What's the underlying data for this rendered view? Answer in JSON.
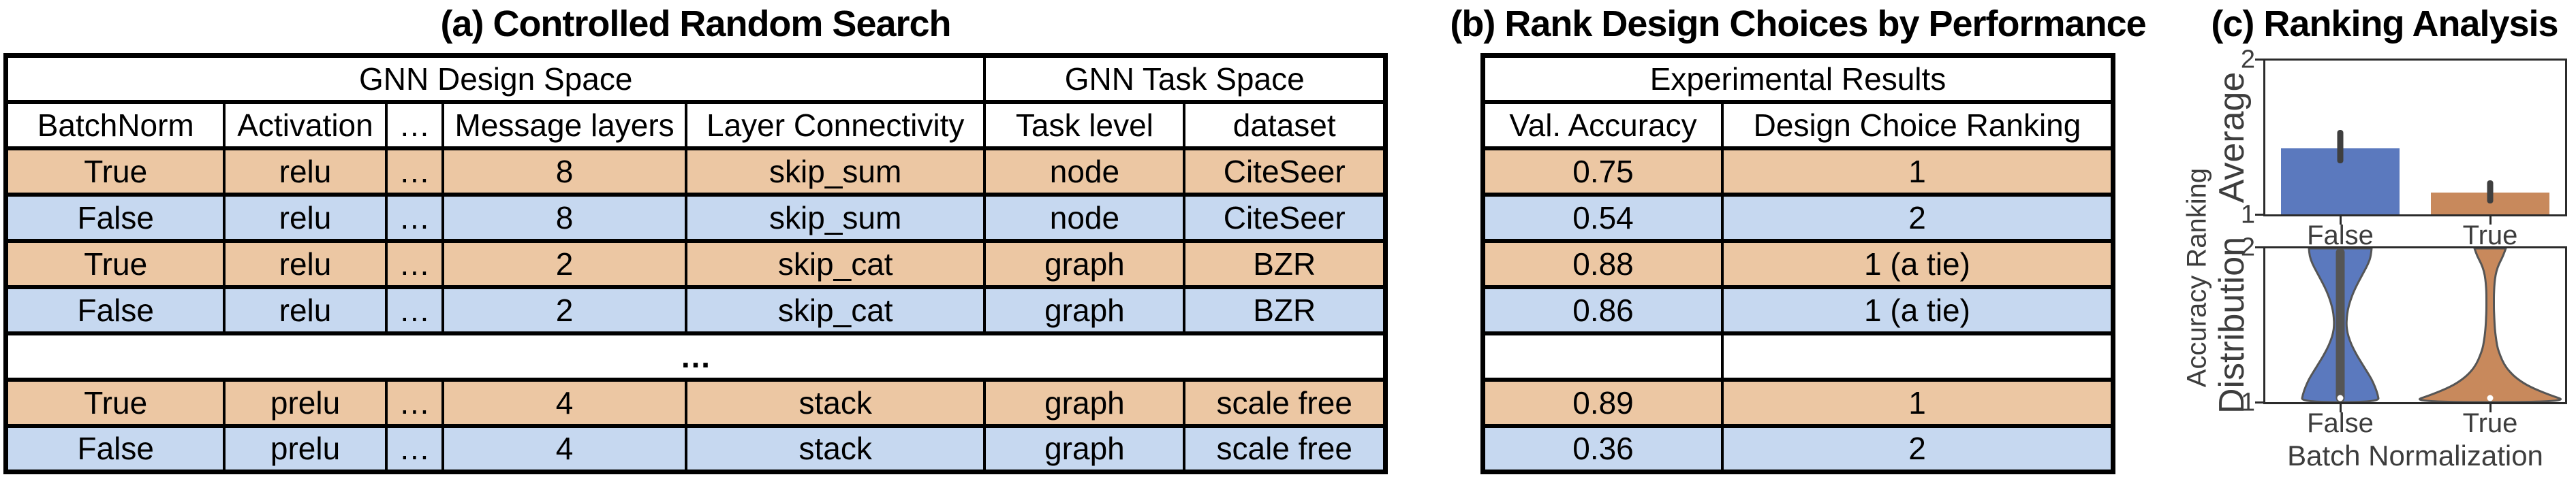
{
  "colors": {
    "row_tan": "#ECC7A3",
    "row_blue": "#C6D8F0",
    "bar_blue": "#5B79BE",
    "bar_orange": "#C8895C",
    "violin_stroke": "#555555",
    "error_bar": "#3f3f3f",
    "spine": "#2b2b2b",
    "chart_text": "#3d3d3d"
  },
  "panel_a": {
    "title": "(a) Controlled Random Search",
    "table": {
      "group_headers": [
        {
          "label": "GNN Design Space",
          "span": 5
        },
        {
          "label": "GNN Task Space",
          "span": 2
        }
      ],
      "columns": [
        "BatchNorm",
        "Activation",
        "…",
        "Message layers",
        "Layer Connectivity",
        "Task level",
        "dataset"
      ],
      "rows": [
        [
          "True",
          "relu",
          "…",
          "8",
          "skip_sum",
          "node",
          "CiteSeer"
        ],
        [
          "False",
          "relu",
          "…",
          "8",
          "skip_sum",
          "node",
          "CiteSeer"
        ],
        [
          "True",
          "relu",
          "…",
          "2",
          "skip_cat",
          "graph",
          "BZR"
        ],
        [
          "False",
          "relu",
          "…",
          "2",
          "skip_cat",
          "graph",
          "BZR"
        ],
        [
          "True",
          "prelu",
          "…",
          "4",
          "stack",
          "graph",
          "scale free"
        ],
        [
          "False",
          "prelu",
          "…",
          "4",
          "stack",
          "graph",
          "scale free"
        ]
      ],
      "ellipsis_label": "…"
    }
  },
  "panel_b": {
    "title": "(b) Rank Design Choices by Performance",
    "table": {
      "header": "Experimental Results",
      "columns": [
        "Val. Accuracy",
        "Design Choice Ranking"
      ],
      "rows": [
        [
          "0.75",
          "1"
        ],
        [
          "0.54",
          "2"
        ],
        [
          "0.88",
          "1 (a tie)"
        ],
        [
          "0.86",
          "1 (a tie)"
        ],
        [
          "",
          ""
        ],
        [
          "0.89",
          "1"
        ],
        [
          "0.36",
          "2"
        ]
      ]
    }
  },
  "panel_c": {
    "title": "(c) Ranking Analysis",
    "ylabel_shared": "Accuracy Ranking",
    "top": {
      "ylabel_inner": "Average"
    },
    "bottom": {
      "ylabel_inner": "Distribution",
      "xlabel": "Batch Normalization"
    }
  },
  "chart_data": [
    {
      "type": "bar",
      "title": "",
      "categories": [
        "False",
        "True"
      ],
      "values": [
        1.43,
        1.14
      ],
      "error_bars": [
        [
          1.33,
          1.55
        ],
        [
          1.07,
          1.22
        ]
      ],
      "xlabel": "",
      "ylabel": "Average Accuracy Ranking",
      "ylim": [
        1,
        2
      ],
      "yticks": [
        "1",
        "2"
      ],
      "bar_colors": [
        "#5B79BE",
        "#C8895C"
      ],
      "grid": false,
      "legend": null
    },
    {
      "type": "violin",
      "title": "",
      "categories": [
        "False",
        "True"
      ],
      "xlabel": "Batch Normalization",
      "ylabel": "Accuracy Ranking Distribution",
      "ylim": [
        1,
        2
      ],
      "yticks": [
        "1",
        "2"
      ],
      "grid": false,
      "violins": [
        {
          "label": "False",
          "color": "#5B79BE",
          "shape": "bimodal",
          "modes": [
            1,
            2
          ],
          "median": 1,
          "iqr": [
            1,
            2
          ],
          "profile": [
            [
              2.0,
              46
            ],
            [
              1.95,
              45
            ],
            [
              1.9,
              41
            ],
            [
              1.85,
              35
            ],
            [
              1.8,
              29
            ],
            [
              1.75,
              23
            ],
            [
              1.7,
              18
            ],
            [
              1.65,
              14
            ],
            [
              1.6,
              11
            ],
            [
              1.55,
              9.5
            ],
            [
              1.5,
              9
            ],
            [
              1.45,
              10.5
            ],
            [
              1.4,
              14
            ],
            [
              1.35,
              19
            ],
            [
              1.3,
              25
            ],
            [
              1.25,
              32
            ],
            [
              1.2,
              39
            ],
            [
              1.15,
              46
            ],
            [
              1.1,
              51
            ],
            [
              1.05,
              55
            ],
            [
              1.0,
              57
            ]
          ]
        },
        {
          "label": "True",
          "color": "#C8895C",
          "shape": "unimodal-at-1-with-tail-to-2",
          "modes": [
            1
          ],
          "median": 1,
          "iqr": null,
          "profile": [
            [
              2.0,
              23
            ],
            [
              1.95,
              19
            ],
            [
              1.9,
              13
            ],
            [
              1.85,
              9
            ],
            [
              1.8,
              7
            ],
            [
              1.75,
              6
            ],
            [
              1.7,
              5.5
            ],
            [
              1.65,
              5.5
            ],
            [
              1.6,
              5.5
            ],
            [
              1.55,
              6
            ],
            [
              1.5,
              6.5
            ],
            [
              1.45,
              7.5
            ],
            [
              1.4,
              9
            ],
            [
              1.35,
              11
            ],
            [
              1.3,
              15
            ],
            [
              1.25,
              20
            ],
            [
              1.2,
              28
            ],
            [
              1.15,
              40
            ],
            [
              1.1,
              58
            ],
            [
              1.05,
              85
            ],
            [
              1.0,
              118
            ]
          ]
        }
      ]
    }
  ]
}
